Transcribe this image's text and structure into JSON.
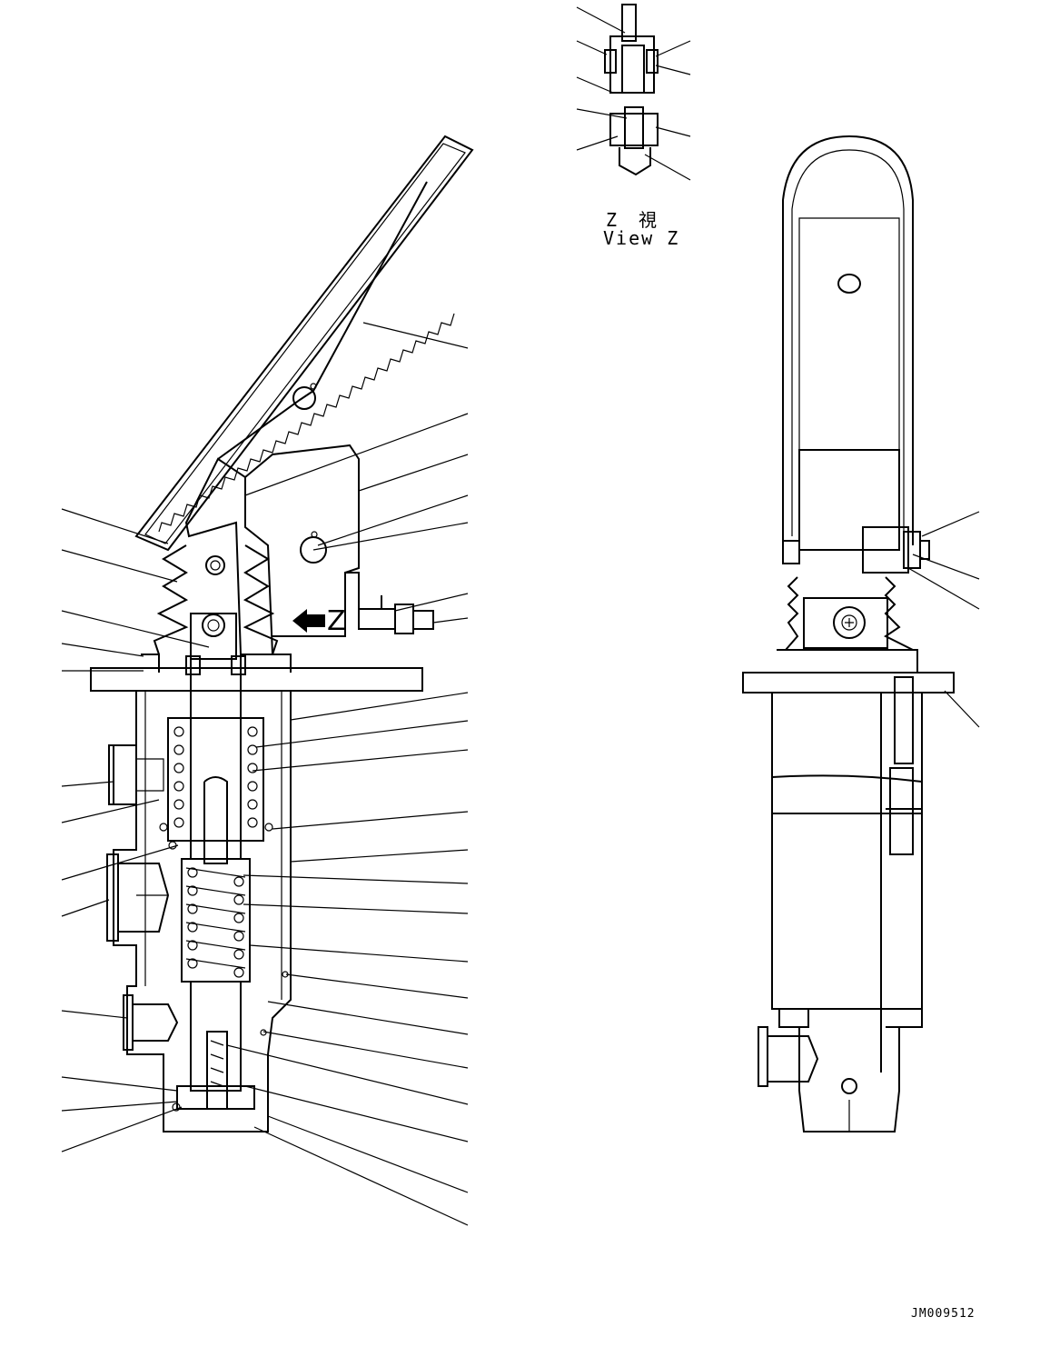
{
  "view_label_jp": "Z　視",
  "view_label_en": "View Z",
  "arrow_letter": "Z",
  "drawing_code": "JM009512"
}
